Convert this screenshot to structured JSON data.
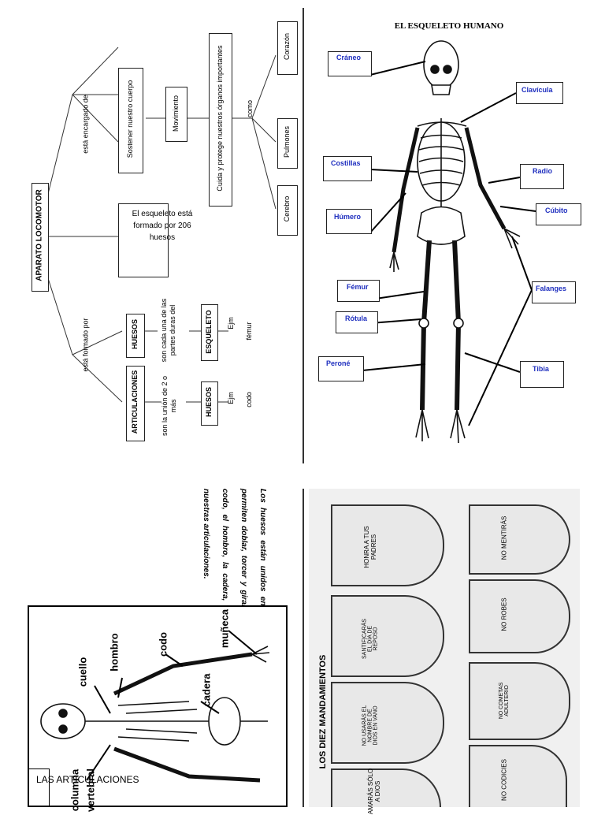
{
  "concept_map": {
    "root": "APARATO LOCOMOTOR",
    "top_connector": "está encargado de",
    "bottom_connector": "está formado por",
    "node_sostener": "Sostener nuestro cuerpo",
    "node_movimiento": "Movimiento",
    "node_cuida": "Cuida y protege nuestros órganos importantes",
    "node_como": "como",
    "organs": [
      "Corazón",
      "Pulmones",
      "Cerebro"
    ],
    "note": "El esqueleto está formado por 206 huesos",
    "huesos": "HUESOS",
    "huesos_def": "son cada una de las partes duras del",
    "esqueleto": "ESQUELETO",
    "ejm1": "Ejm",
    "femur": "fémur",
    "articulaciones": "ARTICULACIONES",
    "art_def": "son la unión de 2 o más",
    "huesos2": "HUESOS",
    "ejm2": "Ejm",
    "codo": "codo"
  },
  "skeleton": {
    "title": "EL ESQUELETO HUMANO",
    "labels": {
      "craneo": "Cráneo",
      "clavicula": "Clavícula",
      "costillas": "Costillas",
      "radio": "Radio",
      "humero": "Húmero",
      "cubito": "Cúbito",
      "femur": "Fémur",
      "falanges": "Falanges",
      "rotula": "Rótula",
      "perone": "Peroné",
      "tibia": "Tibia"
    }
  },
  "joints": {
    "paragraph": "Los huesos están unidos entre sí por las articulaciones que nos permiten doblar, torcer y girar las partes del cuerpo. La muñeca, el codo, el hombro, la cadera, la rodilla y el tobillo son algunas de nuestras articulaciones.",
    "title": "LAS ARTICULACIONES",
    "labels": {
      "cuello": "cuello",
      "hombro": "hombro",
      "codo": "codo",
      "muneca": "muñeca",
      "cadera": "cadera",
      "columna": "columna",
      "vertebral": "vertebral"
    }
  },
  "commandments": {
    "title": "LOS DIEZ MANDAMIENTOS",
    "top_row": [
      "HONRA A TUS PADRES",
      "SANTIFICARÁS EL DÍA DE REPOSO",
      "NO USARÁS EL NOMBRE DE DIOS EN VANO",
      "AMARÁS SÓLO A DIOS"
    ],
    "bottom_row": [
      "NO MENTIRÁS",
      "NO ROBES",
      "NO COMETAS ADULTERIO",
      "NO CODICIES"
    ]
  }
}
